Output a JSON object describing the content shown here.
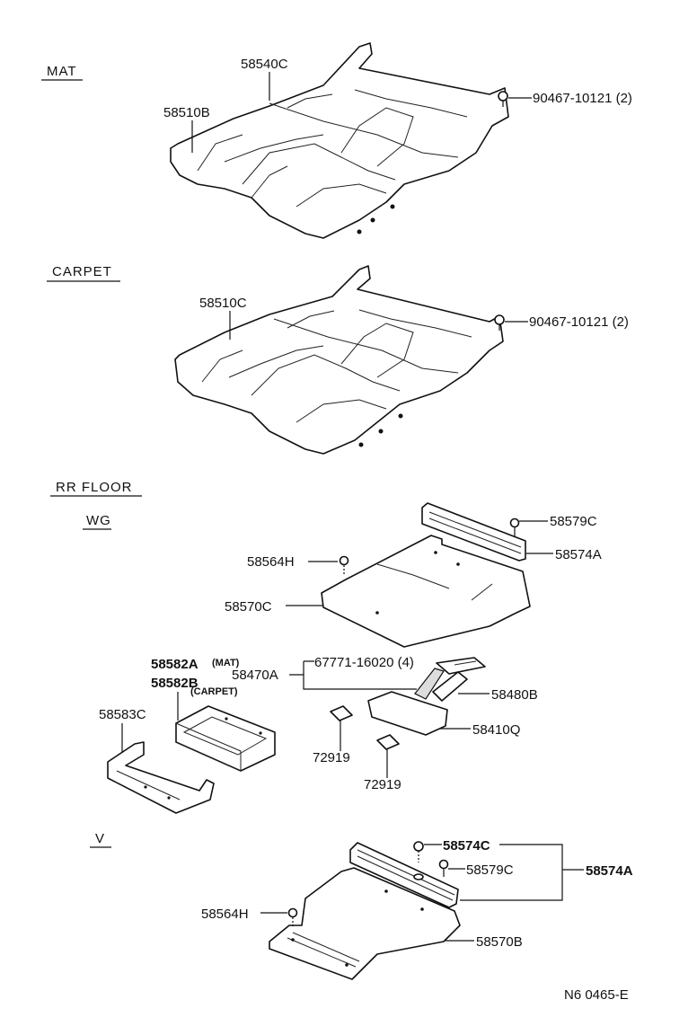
{
  "sections": {
    "mat": "MAT",
    "carpet": "CARPET",
    "rr_floor": "RR FLOOR",
    "wg": "WG",
    "v": "V"
  },
  "labels": {
    "p58540C": "58540C",
    "p58510B": "58510B",
    "p90467_mat": "90467-10121 (2)",
    "p58510C": "58510C",
    "p90467_carpet": "90467-10121 (2)",
    "p58579C_wg": "58579C",
    "p58574A_wg": "58574A",
    "p58564H_wg": "58564H",
    "p58570C": "58570C",
    "p58582A": "58582A",
    "mat_note": "(MAT)",
    "p58582B": "58582B",
    "carpet_note": "(CARPET)",
    "p58470A": "58470A",
    "p67771": "67771-16020 (4)",
    "p58480B": "58480B",
    "p58583C": "58583C",
    "p58410Q": "58410Q",
    "p72919_a": "72919",
    "p72919_b": "72919",
    "p58574C": "58574C",
    "p58579C_v": "58579C",
    "p58574A_v": "58574A",
    "p58564H_v": "58564H",
    "p58570B": "58570B"
  },
  "footer": {
    "code": "N6  0465-E"
  }
}
